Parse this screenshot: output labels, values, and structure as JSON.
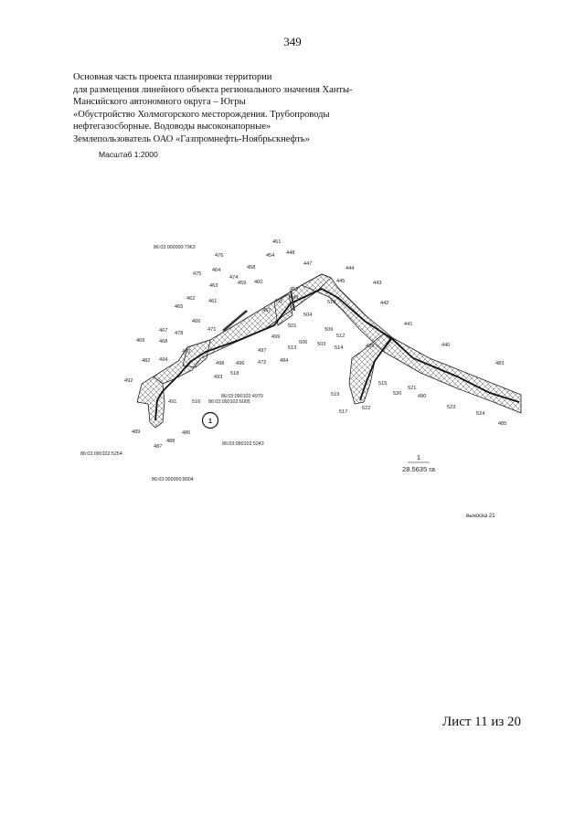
{
  "page_number": "349",
  "header": {
    "lines": [
      "Основная часть проекта планировки территории",
      "для размещения линейного объекта регионального значения Ханты-",
      "Мансийского автономного округа – Югры",
      "«Обустройство Холмогорского месторождения. Трубопроводы",
      "нефтегазосборные. Водоводы высоконапорные»",
      "Землепользователь ОАО «Газпромнефть-Ноябрьскнефть»"
    ]
  },
  "scale": "Масштаб 1:2000",
  "map": {
    "cadastral_labels": [
      "86:03:000000:7963",
      "86:03:090102:4970",
      "86:03:090102:6005",
      "86:03:090102:5254",
      "86:03:090102:5243",
      "86:03:000000:8004"
    ],
    "parcel_marker": "1",
    "area_number": "1",
    "area_value": "28.5635 га",
    "callout_label": "выноска 21",
    "point_numbers": [
      "461",
      "448",
      "447",
      "454",
      "476",
      "458",
      "475",
      "464",
      "474",
      "459",
      "460",
      "463",
      "462",
      "452",
      "444",
      "445",
      "443",
      "461",
      "465",
      "510",
      "442",
      "449",
      "455",
      "457",
      "504",
      "441",
      "466",
      "501",
      "509",
      "440",
      "467",
      "471",
      "469",
      "478",
      "468",
      "470",
      "499",
      "506",
      "503",
      "512",
      "497",
      "513",
      "514",
      "439",
      "483",
      "482",
      "494",
      "498",
      "496",
      "472",
      "484",
      "492",
      "493",
      "518",
      "515",
      "519",
      "520",
      "521",
      "490",
      "491",
      "516",
      "517",
      "522",
      "523",
      "524",
      "485",
      "489",
      "486",
      "487",
      "488"
    ],
    "colors": {
      "line": "#222222",
      "hatch": "#555555",
      "main_pipe": "#111111"
    }
  },
  "sheet_label": "Лист 11 из 20"
}
